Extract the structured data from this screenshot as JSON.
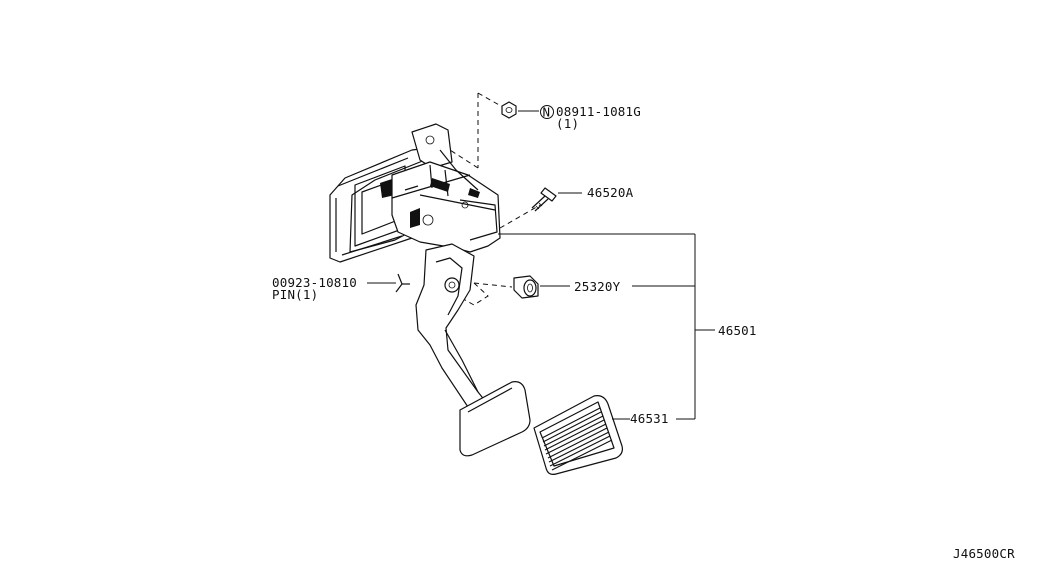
{
  "diagram_id": "J46500CR",
  "callouts": {
    "nut_part_no": "08911-1081G",
    "nut_qty": "(1)",
    "nut_symbol": "N",
    "bolt_part_no": "46520A",
    "pin_part_no": "00923-10810",
    "pin_name": "PIN(1)",
    "clip_part_no": "25320Y",
    "assembly_part_no": "46501",
    "pad_part_no": "46531"
  }
}
